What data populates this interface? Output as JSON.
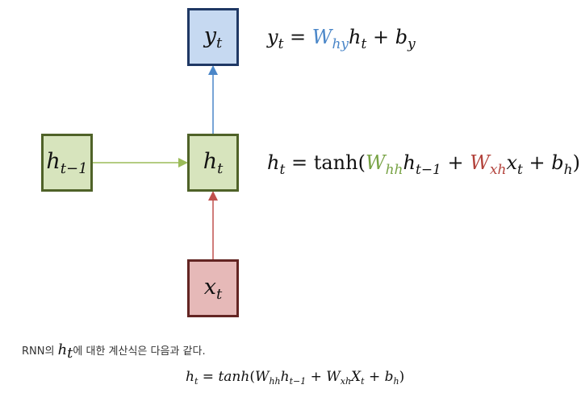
{
  "boxes": {
    "y": {
      "var": "y",
      "sub": "t"
    },
    "h": {
      "var": "h",
      "sub": "t"
    },
    "h_prev": {
      "var": "h",
      "sub": "t−1"
    },
    "x": {
      "var": "x",
      "sub": "t"
    }
  },
  "eq_y": {
    "lhs_var": "y",
    "lhs_sub": "t",
    "equals": "=",
    "w_var": "W",
    "w_sub": "hy",
    "h_var": "h",
    "h_sub": "t",
    "plus": "+",
    "b_var": "b",
    "b_sub": "y"
  },
  "eq_h": {
    "lhs_var": "h",
    "lhs_sub": "t",
    "equals": "=",
    "func": "tanh(",
    "w1_var": "W",
    "w1_sub": "hh",
    "h_var": "h",
    "h_sub": "t−1",
    "plus1": "+",
    "w2_var": "W",
    "w2_sub": "xh",
    "x_var": "x",
    "x_sub": "t",
    "plus2": "+",
    "b_var": "b",
    "b_sub": "h",
    "close": ")"
  },
  "caption": {
    "prefix": "RNN의 ",
    "var": "h",
    "sub": "t",
    "suffix": "에 대한 계산식은 다음과 같다."
  },
  "formula": {
    "lhs_var": "h",
    "lhs_sub": "t",
    "equals": " = ",
    "func": "tanh",
    "open": "(",
    "w1_var": "W",
    "w1_sub": "hh",
    "h_var": "h",
    "h_sub": "t−1",
    "plus1": " + ",
    "w2_var": "W",
    "w2_sub": "xh",
    "x_var": "X",
    "x_sub": "t",
    "plus2": " + ",
    "b_var": "b",
    "b_sub": "h",
    "close": ")"
  },
  "colors": {
    "output_fill": "#c6d9f1",
    "output_border": "#1f3864",
    "hidden_fill": "#d7e4bd",
    "hidden_border": "#4f6228",
    "input_fill": "#e6b9b8",
    "input_border": "#632523",
    "arrow_blue": "#4a86c8",
    "arrow_green": "#9bbb59",
    "arrow_red": "#c0504d"
  }
}
